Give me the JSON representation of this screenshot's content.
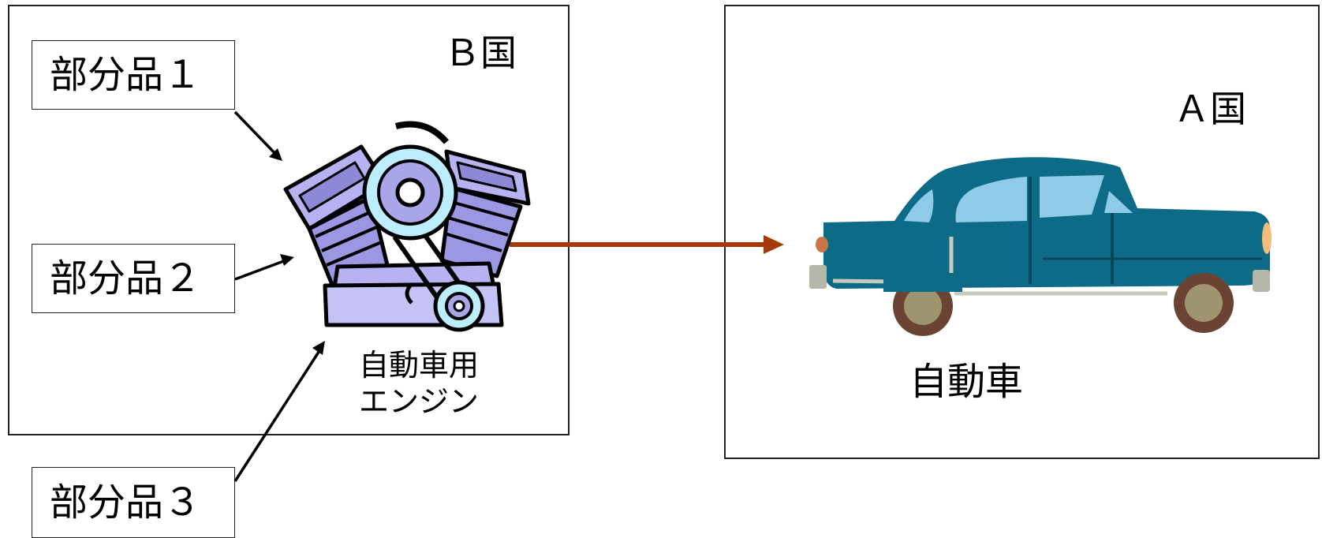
{
  "parts": [
    {
      "label": "部分品１"
    },
    {
      "label": "部分品２"
    },
    {
      "label": "部分品３"
    }
  ],
  "country_b": {
    "label": "Ｂ国"
  },
  "country_a": {
    "label": "Ａ国"
  },
  "engine": {
    "label": "自動車用\nエンジン",
    "icon": "engine-icon"
  },
  "car": {
    "label": "自動車",
    "icon": "car-icon"
  },
  "colors": {
    "export_arrow": "#a33a08",
    "part_arrow": "#000000",
    "engine_body": "#b7b3f2",
    "engine_pulley": "#bdeeff",
    "car_body": "#0d6b87",
    "car_window": "#8ecbe8",
    "wheel_tire": "#6b4332",
    "wheel_hub": "#9e9570"
  }
}
